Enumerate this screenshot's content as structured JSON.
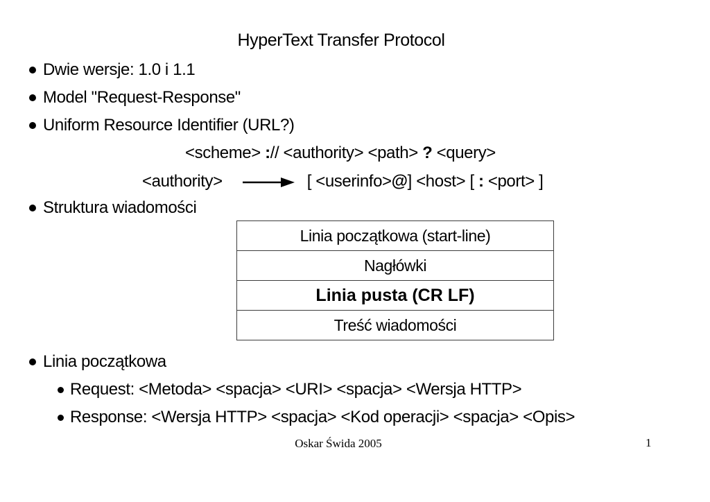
{
  "slide": {
    "title": "HyperText Transfer Protocol",
    "bullets_top": [
      "Dwie wersje: 1.0 i 1.1",
      "Model \"Request-Response\"",
      "Uniform Resource Identifier (URL?)"
    ],
    "uri_syntax": {
      "scheme": "<scheme> ",
      "colon": ":",
      "mid": "// <authority> <path> ",
      "question": "?",
      "query": " <query>"
    },
    "authority_syntax": {
      "label": "<authority>",
      "arrow_icon": "right-arrow",
      "open": "[ <userinfo>",
      "at": "@",
      "mid": "] <host> [ ",
      "colon": ":",
      "close": " <port> ]"
    },
    "bullet_struktura": "Struktura wiadomości",
    "message_table": {
      "rows": [
        "Linia początkowa (start-line)",
        "Nagłówki",
        "Linia pusta (CR LF)",
        "Treść wiadomości"
      ]
    },
    "bullet_linia": "Linia początkowa",
    "sub_bullets": [
      "Request: <Metoda> <spacja> <URI> <spacja> <Wersja HTTP>",
      "Response: <Wersja HTTP> <spacja> <Kod operacji> <spacja> <Opis>"
    ],
    "footer": {
      "author": "Oskar Świda 2005",
      "page_number": "1"
    }
  }
}
